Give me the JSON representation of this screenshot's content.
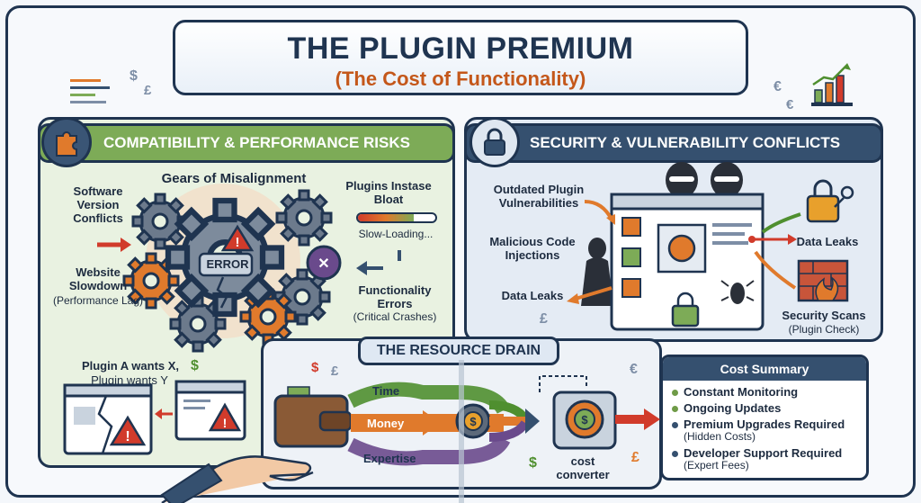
{
  "title": {
    "main": "THE PLUGIN PREMIUM",
    "subtitle": "(The Cost of Functionality)"
  },
  "left_panel": {
    "header": "COMPATIBILITY & PERFORMANCE RISKS",
    "gears_title": "Gears of Misalignment",
    "error_label": "ERROR",
    "version_conflicts": "Software Version Conflicts",
    "bloat_title": "Plugins Instase Bloat",
    "slow_loading": "Slow-Loading...",
    "slowdown_title": "Website Slowdown",
    "slowdown_note": "(Performance Lag)",
    "functionality_title": "Functionality Errors",
    "functionality_note": "(Critical Crashes)",
    "plugin_conflict_a": "Plugin A wants X,",
    "plugin_conflict_b": "Plugin wants Y",
    "progress": 0.72
  },
  "right_panel": {
    "header": "SECURITY & VULNERABILITY CONFLICTS",
    "outdated": "Outdated Plugin Vulnerabilities",
    "malicious": "Malicious Code Injections",
    "data_leaks_left": "Data Leaks",
    "data_leaks_right": "Data Leaks",
    "scans_title": "Security Scans",
    "scans_note": "(Plugin Check)"
  },
  "resource": {
    "title": "THE RESOURCE DRAIN",
    "time": "Time",
    "money": "Money",
    "expertise": "Expertise",
    "converter": "cost converter"
  },
  "cost_summary": {
    "header": "Cost Summary",
    "items": [
      {
        "label": "Constant Monitoring",
        "note": ""
      },
      {
        "label": "Ongoing Updates",
        "note": ""
      },
      {
        "label": "Premium Upgrades Required",
        "note": "(Hidden Costs)"
      },
      {
        "label": "Developer Support Required",
        "note": "(Expert Fees)"
      }
    ]
  },
  "colors": {
    "navy": "#1f3450",
    "green": "#7dab57",
    "orange": "#e07a2c",
    "red": "#d13b2b",
    "purple": "#6a4a8c",
    "blue_gray": "#35506f"
  },
  "icons": [
    "puzzle-icon",
    "padlock-icon",
    "gear-icon",
    "warning-icon",
    "wallet-icon",
    "hacker-icon",
    "firewall-icon",
    "bar-chart-icon",
    "bug-icon",
    "key-icon"
  ]
}
